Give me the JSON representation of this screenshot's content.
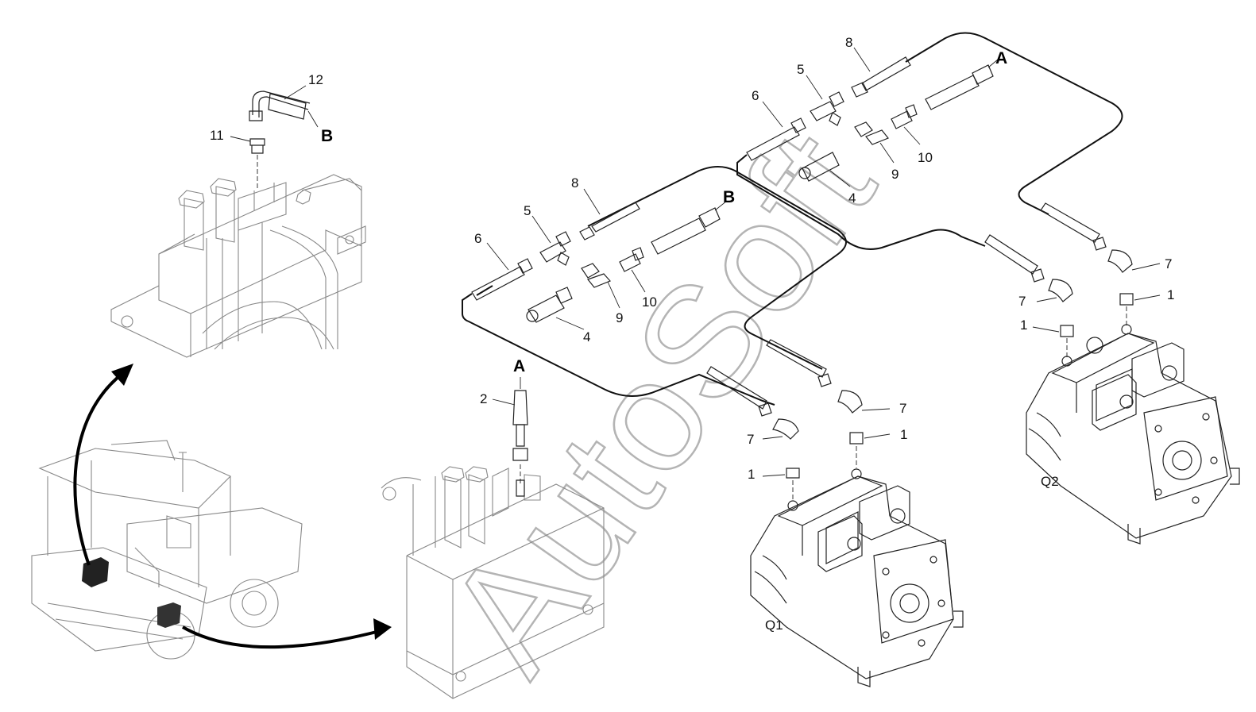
{
  "watermark": "AutoSoft",
  "callouts": {
    "top_left": {
      "n12": "12",
      "n11": "11",
      "B": "B"
    },
    "middle": {
      "n8": "8",
      "n5": "5",
      "n6": "6",
      "n9": "9",
      "n10": "10",
      "n4": "4",
      "B": "B",
      "A": "A",
      "n2": "2"
    },
    "top_right": {
      "n8": "8",
      "n5": "5",
      "n6": "6",
      "n9": "9",
      "n10": "10",
      "n4": "4",
      "A": "A"
    },
    "pump_q1": {
      "n7a": "7",
      "n7b": "7",
      "n1a": "1",
      "n1b": "1",
      "label": "Q1"
    },
    "pump_q2": {
      "n7a": "7",
      "n7b": "7",
      "n1a": "1",
      "n1b": "1",
      "label": "Q2"
    }
  },
  "icons": [
    "elbow-fitting-icon",
    "tee-fitting-icon",
    "pump-icon",
    "machine-icon",
    "valve-block-icon"
  ],
  "colors": {
    "line": "#222222",
    "hose": "#111111",
    "watermark": "#777777"
  }
}
